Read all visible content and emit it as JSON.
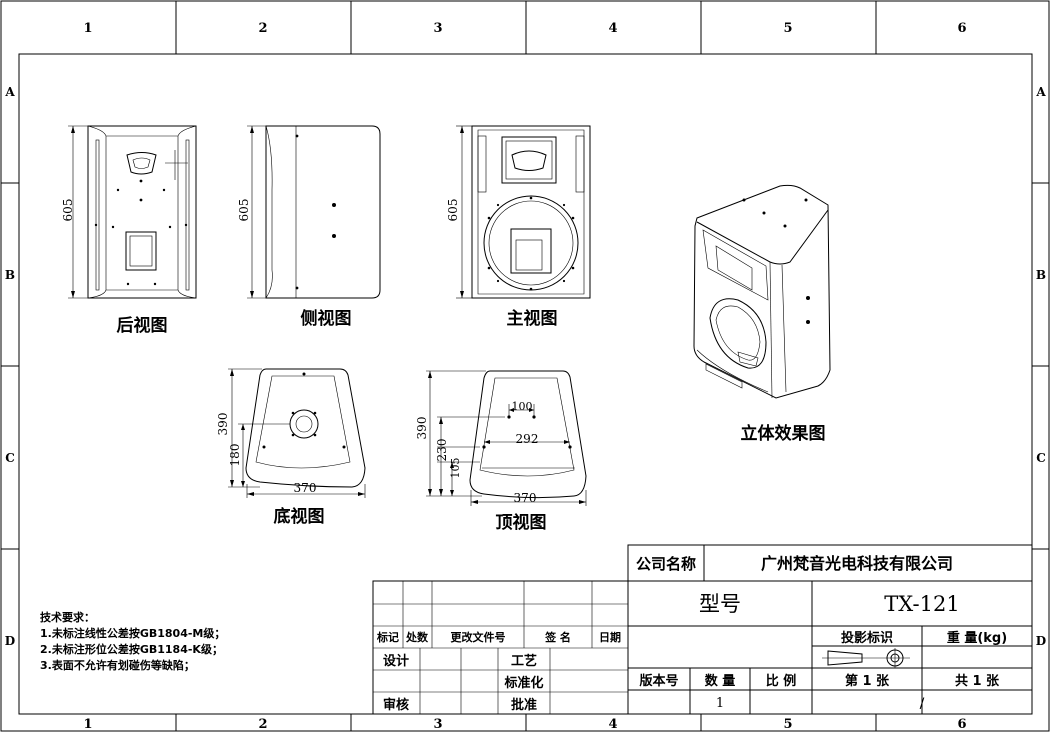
{
  "grid": {
    "columns": [
      "1",
      "2",
      "3",
      "4",
      "5",
      "6"
    ],
    "rows": [
      "A",
      "B",
      "C",
      "D"
    ]
  },
  "views": {
    "rear": "后视图",
    "side": "侧视图",
    "front": "主视图",
    "bottom": "底视图",
    "top": "顶视图",
    "perspective": "立体效果图"
  },
  "dimensions": {
    "rear_height": "605",
    "side_height": "605",
    "front_height": "605",
    "bottom_depth": "390",
    "bottom_mount": "180",
    "bottom_width": "370",
    "top_depth": "390",
    "top_rig_spacing": "100",
    "top_hole_spacing": "292",
    "top_dim_230": "230",
    "top_dim_105": "105",
    "top_width": "370"
  },
  "notes": {
    "title": "技术要求：",
    "items": [
      "1.未标注线性公差按GB1804-M级；",
      "2.未标注形位公差按GB1184-K级；",
      "3.表面不允许有划碰伤等缺陷；"
    ]
  },
  "title_block": {
    "company_label": "公司名称",
    "company_name": "广州梵音光电科技有限公司",
    "model_label": "型号",
    "model_value": "TX-121",
    "rev_headers": [
      "标记",
      "处数",
      "更改文件号",
      "签 名",
      "日期"
    ],
    "design": "设计",
    "craft": "工艺",
    "standardize": "标准化",
    "review": "审核",
    "approve": "批准",
    "projection_label": "投影标识",
    "weight_label": "重 量(kg)",
    "version_label": "版本号",
    "quantity_label": "数 量",
    "scale_label": "比 例",
    "quantity_value": "1",
    "sheet_label": "第 1 张",
    "total_label": "共 1 张",
    "slash": "/"
  }
}
